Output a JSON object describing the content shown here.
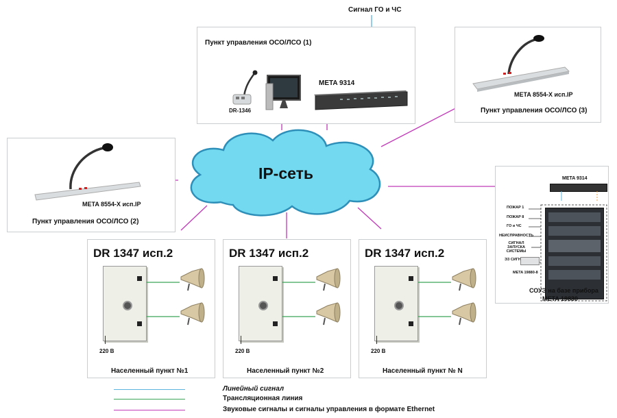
{
  "signal_label": "Сигнал ГО и ЧС",
  "network": {
    "label": "IP-сеть"
  },
  "control_point_1": {
    "title": "Пункт управления ОСО/ЛСО (1)",
    "microphone_label": "DR-1346",
    "device_label": "META 9314"
  },
  "control_point_2": {
    "console_label": "META 8554-X исп.IP",
    "caption": "Пункт управления ОСО/ЛСО (2)"
  },
  "control_point_3": {
    "console_label": "META 8554-X исп.IP",
    "caption": "Пункт управления ОСО/ЛСО (3)"
  },
  "souz_panel": {
    "device_label": "META 9314",
    "inputs": [
      "ПОЖАР 1",
      "ПОЖАР 8",
      "ГО и ЧС",
      "НЕИСПРАВНОСТЬ",
      "СИГНАЛ ЗАПУСКА СИСТЕМЫ"
    ],
    "sensor_label": "ЭЗ СИГНАЛ",
    "module_label": "META 19880-8",
    "caption_line1": "СОУЭ на базе прибора",
    "caption_line2": "META 19830"
  },
  "settlements": [
    {
      "title": "DR 1347 исп.2",
      "power": "220 В",
      "caption": "Населенный пункт №1"
    },
    {
      "title": "DR 1347 исп.2",
      "power": "220 В",
      "caption": "Населенный пункт №2"
    },
    {
      "title": "DR 1347 исп.2",
      "power": "220 В",
      "caption": "Населенный пункт № N"
    }
  ],
  "legend": [
    {
      "label": "Линейный сигнал",
      "color": "#5ab4de"
    },
    {
      "label": "Трансляционная линия",
      "color": "#3aa557"
    },
    {
      "label": "Звуковые сигналы и сигналы управления в формате Ethernet",
      "color": "#c03ab8"
    }
  ],
  "colors": {
    "cloud_fill": "#72d9f0",
    "cloud_stroke": "#2e8fb8",
    "ethernet": "#c03ab8",
    "line_signal": "#5ab4de",
    "broadcast": "#3aa557"
  }
}
